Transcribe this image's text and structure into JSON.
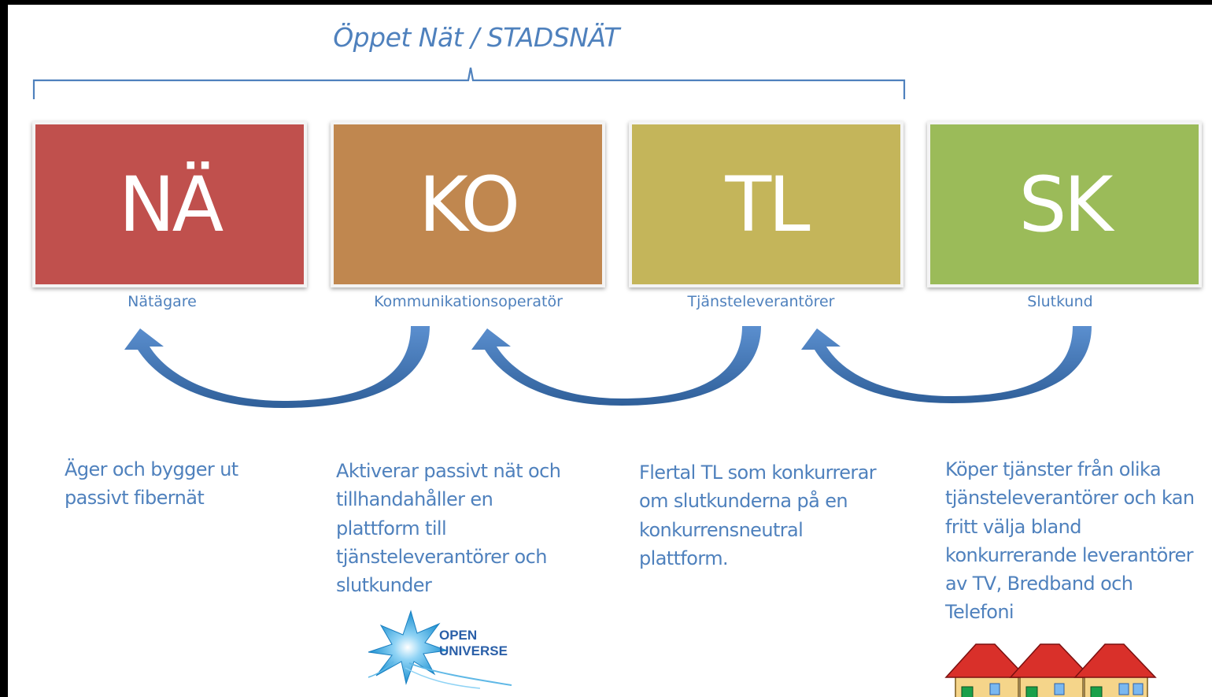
{
  "header": {
    "title": "Öppet Nät / STADSNÄT"
  },
  "boxes": [
    {
      "code": "NÄ",
      "role": "Nätägare",
      "color": "#c0504d",
      "description": [
        "Äger och bygger ut",
        "passivt fibernät"
      ]
    },
    {
      "code": "KO",
      "role": "Kommunikationsoperatör",
      "color": "#c0874f",
      "description": [
        "Aktiverar passivt nät och",
        "tillhandahåller en",
        "plattform till",
        "tjänsteleverantörer och",
        "slutkunder"
      ]
    },
    {
      "code": "TL",
      "role": "Tjänsteleverantörer",
      "color": "#c4b55a",
      "description": [
        "Flertal TL som konkurrerar",
        "om slutkunderna på en",
        "konkurrensneutral",
        "plattform."
      ]
    },
    {
      "code": "SK",
      "role": "Slutkund",
      "color": "#9bbb59",
      "description": [
        "Köper tjänster från olika",
        "tjänsteleverantörer och kan",
        "fritt välja bland",
        "konkurrerande leverantörer",
        "av TV, Bredband och",
        "Telefoni"
      ]
    }
  ],
  "logo": {
    "line1": "OPEN",
    "line2": "UNIVERSE"
  },
  "colors": {
    "accent": "#4f81bd",
    "arrow": "#3f6ea6"
  }
}
